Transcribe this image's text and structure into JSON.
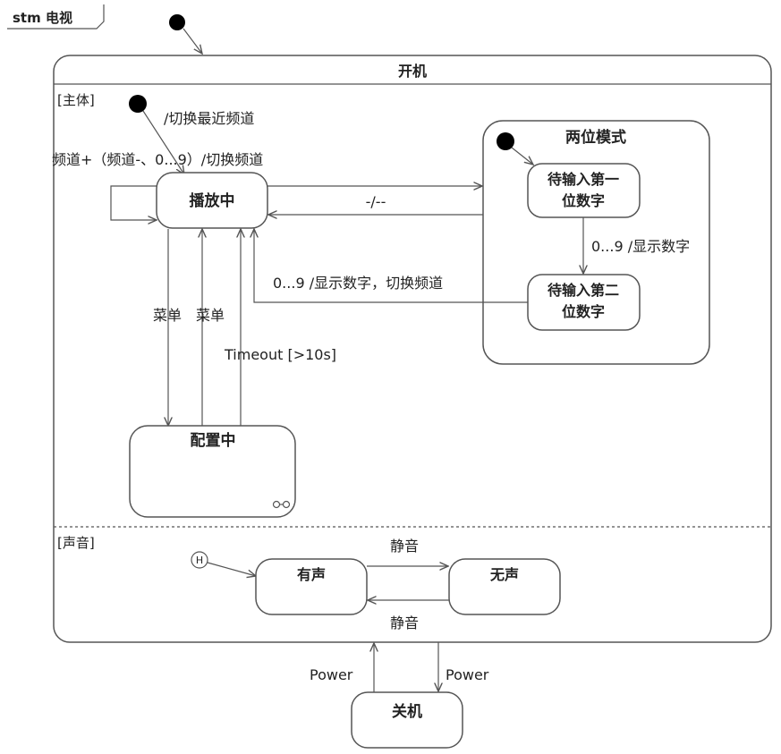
{
  "frame": {
    "title": "stm 电视"
  },
  "superstate": {
    "title": "开机"
  },
  "regions": {
    "main": {
      "label": "[主体]"
    },
    "sound": {
      "label": "[声音]"
    }
  },
  "states": {
    "playing": "播放中",
    "two_digit_mode": "两位模式",
    "await_first_line1": "待输入第一",
    "await_first_line2": "位数字",
    "await_second_line1": "待输入第二",
    "await_second_line2": "位数字",
    "config": "配置中",
    "sound_on": "有声",
    "sound_off": "无声",
    "power_off": "关机"
  },
  "history_marker": "H",
  "transitions": {
    "initial_main": "/切换最近频道",
    "self_loop": "频道+（频道-、0...9）/切换频道",
    "to_two_digit": "-/--",
    "first_to_second": "0...9 /显示数字",
    "second_to_playing": "0...9 /显示数字，切换频道",
    "menu_down": "菜单",
    "menu_up": "菜单",
    "timeout": "Timeout [>10s]",
    "mute_on": "静音",
    "mute_off": "静音",
    "power_on": "Power",
    "power_off": "Power"
  },
  "colors": {
    "line": "#555555",
    "fill": "#ffffff",
    "dot": "#000000"
  }
}
